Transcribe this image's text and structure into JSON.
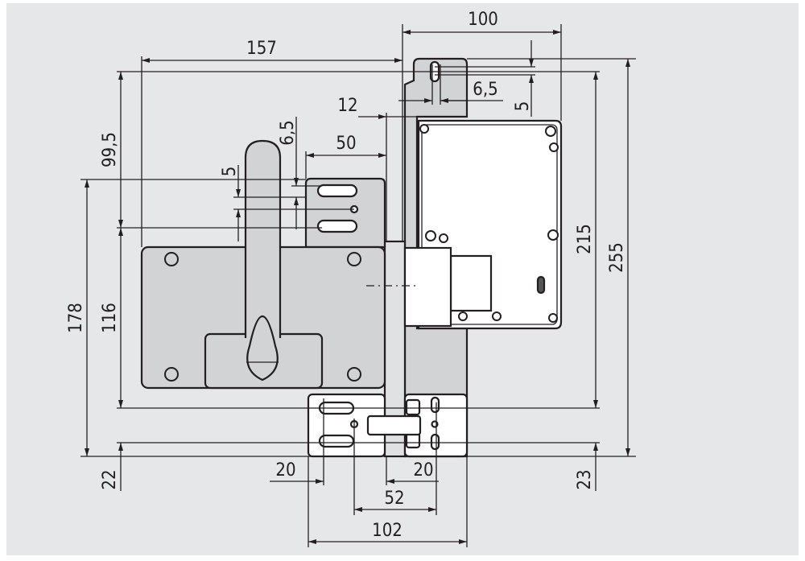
{
  "drawing": {
    "title": "Safety switch with handle - dimension drawing",
    "dimensions": {
      "width_switch": "100",
      "width_total": "157",
      "offset_12": "12",
      "slot_top": "6,5",
      "slot_top_offset": "5",
      "plate_width": "50",
      "slot_left": "6,5",
      "slot_left_offset": "5",
      "height_99_5": "99,5",
      "height_178": "178",
      "height_116": "116",
      "bottom_22": "22",
      "height_215": "215",
      "height_255": "255",
      "bottom_23": "23",
      "hole_left_20": "20",
      "hole_right_20": "20",
      "spacing_52": "52",
      "width_102": "102"
    },
    "colors": {
      "background": "#e6e7e8",
      "part_fill": "#d1d3d4",
      "line": "#231f20"
    }
  }
}
